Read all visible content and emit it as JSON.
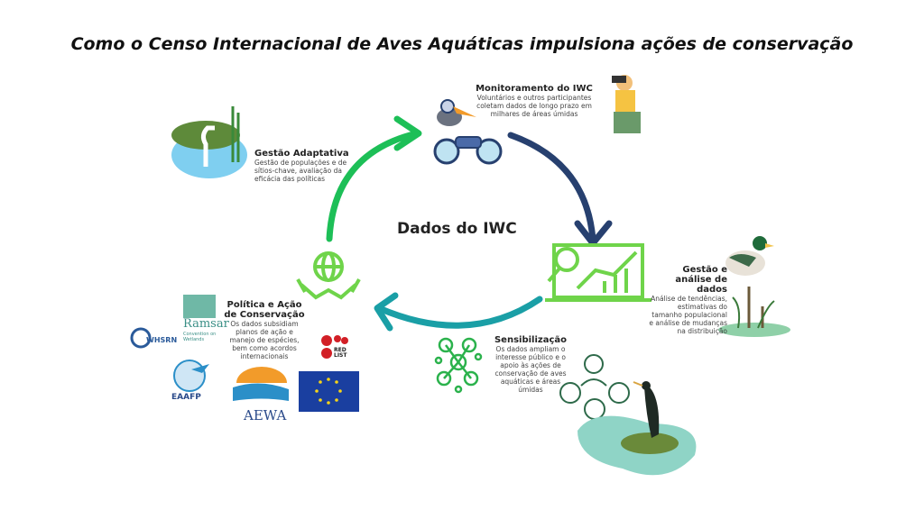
{
  "title": "Como o Censo Internacional de Aves Aquáticas impulsiona ações de conservação",
  "center_label": "Dados do IWC",
  "steps": [
    {
      "heading": "Monitoramento do IWC",
      "lines": [
        "Voluntários e outros participantes",
        "coletam dados de longo prazo em",
        "milhares de áreas úmidas"
      ]
    },
    {
      "heading_lines": [
        "Gestão e",
        "análise de dados"
      ],
      "lines": [
        "Análise de tendências,",
        "estimativas do",
        "tamanho populacional",
        "e análise de mudanças",
        "na distribuição"
      ]
    },
    {
      "heading": "Sensibilização",
      "lines": [
        "Os dados ampliam o",
        "interesse público e o",
        "apoio às ações de",
        "conservação de aves",
        "aquáticas e áreas",
        "úmidas"
      ]
    },
    {
      "heading_lines": [
        "Política e Ação",
        "de Conservação"
      ],
      "lines": [
        "Os dados subsidiam",
        "planos de ação e",
        "manejo de espécies,",
        "bem como acordos",
        "internacionais"
      ]
    },
    {
      "heading": "Gestão Adaptativa",
      "lines": [
        "Gestão de populações e de",
        "sítios-chave, avaliação da",
        "eficácia das políticas"
      ]
    }
  ],
  "logos": {
    "ramsar": "Ramsar",
    "ramsar_sub": "Convention on Wetlands",
    "whsrn": "WHSRN",
    "eaafp": "EAAFP",
    "aewa": "AEWA",
    "redlist": "RED LIST"
  },
  "colors": {
    "green": "#1db954",
    "navy": "#27406f",
    "teal": "#1a9fa6",
    "lightgreen": "#6fd44a"
  }
}
